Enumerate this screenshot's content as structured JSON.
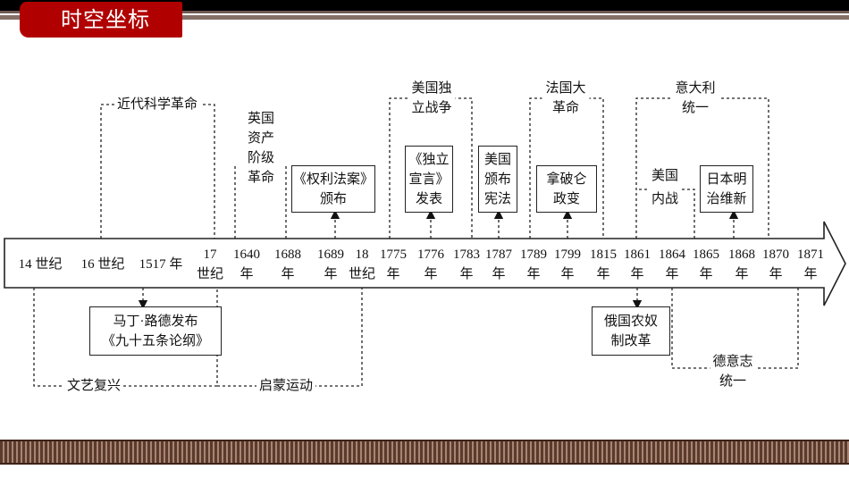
{
  "header": {
    "title": "时空坐标"
  },
  "timeline": {
    "ticks": [
      {
        "a": "14 世纪",
        "b": ""
      },
      {
        "a": "16 世纪",
        "b": ""
      },
      {
        "a": "1517 年",
        "b": ""
      },
      {
        "a": "17",
        "b": "世纪"
      },
      {
        "a": "1640",
        "b": "年"
      },
      {
        "a": "1688",
        "b": "年"
      },
      {
        "a": "1689",
        "b": "年"
      },
      {
        "a": "18",
        "b": "世纪"
      },
      {
        "a": "1775",
        "b": "年"
      },
      {
        "a": "1776",
        "b": "年"
      },
      {
        "a": "1783",
        "b": "年"
      },
      {
        "a": "1787",
        "b": "年"
      },
      {
        "a": "1789",
        "b": "年"
      },
      {
        "a": "1799",
        "b": "年"
      },
      {
        "a": "1815",
        "b": "年"
      },
      {
        "a": "1861",
        "b": "年"
      },
      {
        "a": "1864",
        "b": "年"
      },
      {
        "a": "1865",
        "b": "年"
      },
      {
        "a": "1868",
        "b": "年"
      },
      {
        "a": "1870",
        "b": "年"
      },
      {
        "a": "1871",
        "b": "年"
      }
    ]
  },
  "above": {
    "sci_rev": "近代科学革命",
    "eng_rev": "英国资产阶级革命",
    "bill_rights": [
      "《权利法案》",
      "颁布"
    ],
    "amer_war": [
      "美国独",
      "立战争"
    ],
    "declaration": [
      "《独立",
      "宣言》",
      "发表"
    ],
    "constitution": [
      "美国",
      "颁布",
      "宪法"
    ],
    "fr_rev": [
      "法国大",
      "革命"
    ],
    "napoleon": [
      "拿破仑",
      "政变"
    ],
    "italy": [
      "意大利",
      "统一"
    ],
    "civil_war": [
      "美国",
      "内战"
    ],
    "meiji": [
      "日本明",
      "治维新"
    ]
  },
  "below": {
    "luther": [
      "马丁·路德发布",
      "《九十五条论纲》"
    ],
    "renaissance": "文艺复兴",
    "enlightenment": "启蒙运动",
    "russia": [
      "俄国农奴",
      "制改革"
    ],
    "germany": [
      "德意志",
      "统一"
    ]
  }
}
